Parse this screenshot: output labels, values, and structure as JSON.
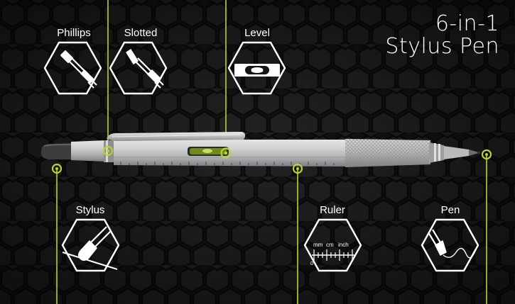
{
  "title": {
    "line1": "6-in-1",
    "line2": "Stylus Pen"
  },
  "features": {
    "phillips": "Phillips",
    "slotted": "Slotted",
    "level": "Level",
    "stylus": "Stylus",
    "ruler": "Ruler",
    "pen": "Pen"
  },
  "ruler_icon": {
    "mm": "mm",
    "cm": "cm",
    "inch": "inch",
    "zero": "0"
  },
  "colors": {
    "background": "#141414",
    "accent": "#b8d432",
    "icon_stroke": "#ffffff",
    "pen_body": "#c4c6c8"
  }
}
